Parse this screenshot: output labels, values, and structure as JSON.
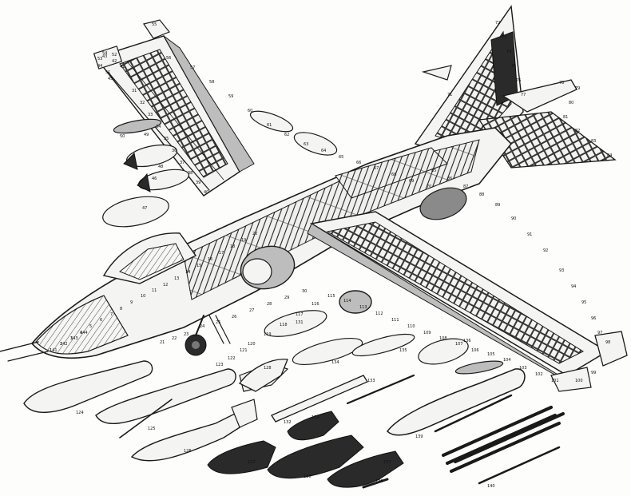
{
  "diagram": {
    "colors": {
      "ink": "#1a1a1a",
      "paper": "#fdfdfc",
      "dark": "#2a2a2a",
      "mid": "#8a8a8a",
      "light": "#bdbdbd"
    },
    "callouts": [
      "1",
      "2",
      "3",
      "4",
      "5",
      "6",
      "7",
      "8",
      "9",
      "10",
      "11",
      "12",
      "13",
      "14",
      "15",
      "16",
      "17",
      "18",
      "19",
      "20",
      "21",
      "22",
      "23",
      "24",
      "25",
      "26",
      "27",
      "28",
      "29",
      "30",
      "31",
      "32",
      "33",
      "34",
      "35",
      "36",
      "37",
      "38",
      "39",
      "40",
      "41",
      "42",
      "43",
      "44",
      "45",
      "46",
      "47",
      "48",
      "49",
      "50",
      "51",
      "52",
      "53",
      "54",
      "55",
      "56",
      "57",
      "58",
      "59",
      "60",
      "61",
      "62",
      "63",
      "64",
      "65",
      "66",
      "67",
      "68",
      "69",
      "70",
      "71",
      "72",
      "73",
      "74",
      "75",
      "76",
      "77",
      "78",
      "79",
      "80",
      "81",
      "82",
      "83",
      "84",
      "85",
      "86",
      "87",
      "88",
      "89",
      "90",
      "91",
      "92",
      "93",
      "94",
      "95",
      "96",
      "97",
      "98",
      "99",
      "100",
      "101",
      "102",
      "103",
      "104",
      "105",
      "106",
      "107",
      "108",
      "109",
      "110",
      "111",
      "112",
      "113",
      "114",
      "115",
      "116",
      "117",
      "118",
      "119",
      "120",
      "121",
      "122",
      "123",
      "124",
      "125",
      "126",
      "127",
      "128",
      "129",
      "130",
      "131",
      "132",
      "133",
      "134",
      "135",
      "136",
      "137",
      "138",
      "139",
      "140",
      "141",
      "142",
      "143",
      "144"
    ]
  }
}
